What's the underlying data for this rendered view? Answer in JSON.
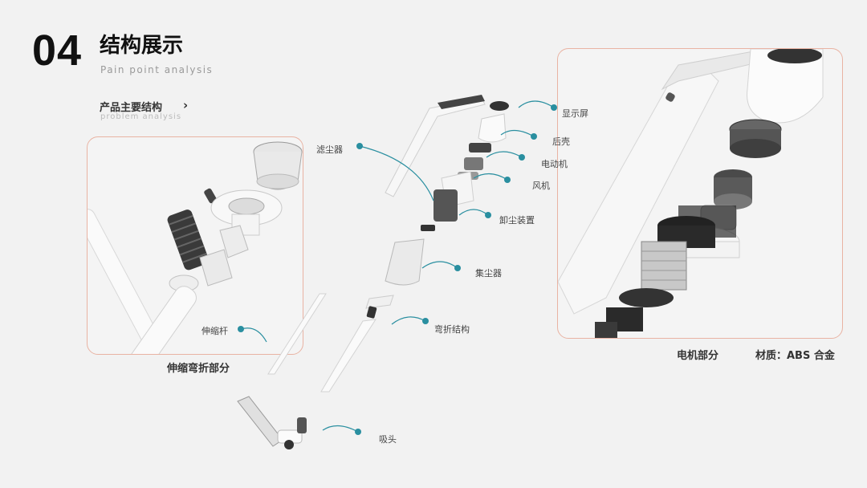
{
  "header": {
    "section_number": "04",
    "title": "结构展示",
    "subtitle": "Pain point analysis",
    "sub_heading": "产品主要结构",
    "sub_heading_en": "problem analysis",
    "arrow": "›"
  },
  "captions": {
    "left_box": "伸缩弯折部分",
    "right_box": "电机部分",
    "material": "材质：ABS  合金"
  },
  "labels": {
    "display": "显示屏",
    "rear_shell": "后壳",
    "motor": "电动机",
    "fan": "风机",
    "dust_filter": "滤尘器",
    "dust_unload": "卸尘装置",
    "dust_collector": "集尘器",
    "bend_structure": "弯折结构",
    "telescopic_rod": "伸缩杆",
    "suction_head": "吸头"
  },
  "colors": {
    "accent": "#2a8fa0",
    "frame_border": "#e9b3a3",
    "background": "#f2f2f2"
  }
}
